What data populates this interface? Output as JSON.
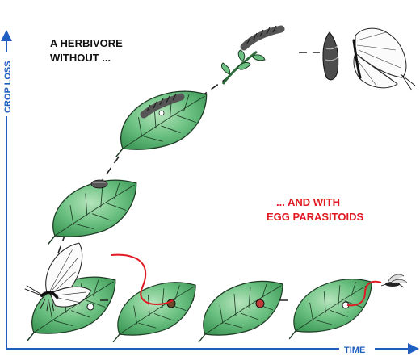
{
  "axes": {
    "y_label": "CROP LOSS",
    "x_label": "TIME"
  },
  "captions": {
    "without_line1": "A HERBIVORE",
    "without_line2": "WITHOUT ...",
    "with_line1": "... AND WITH",
    "with_line2": "EGG PARASITOIDS"
  },
  "colors": {
    "axis": "#1f5fbf",
    "leaf_fill": "#62b878",
    "leaf_light": "#a6dcae",
    "parasitoid_line": "#e01b24",
    "caption_red": "#e01b24",
    "caption_black": "#111111"
  },
  "stages": {
    "without": [
      "butterfly-on-leaf",
      "egg-on-leaf",
      "larva-on-leaf",
      "larva-on-stem",
      "pupa",
      "adult-butterfly"
    ],
    "with": [
      "butterfly-on-leaf",
      "parasitized-egg-leaf",
      "parasitized-egg-leaf",
      "parasitized-egg-leaf",
      "parasitoid-wasp"
    ]
  }
}
